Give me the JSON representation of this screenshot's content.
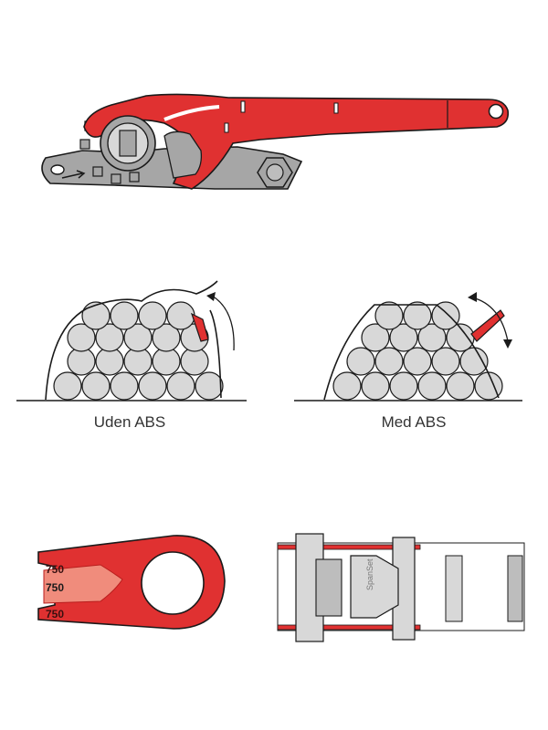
{
  "colors": {
    "red": "#e03131",
    "red_dark": "#b81d1d",
    "red_light": "#f08c7c",
    "gray": "#a6a6a6",
    "gray_light": "#d8d8d8",
    "outline": "#1a1a1a"
  },
  "abs_comparison": {
    "without_label": "Uden ABS",
    "with_label": "Med ABS"
  },
  "tension_indicator": {
    "scale_top": "750",
    "scale_middle": "750",
    "scale_bottom": "750"
  },
  "buckle_top_view": {
    "brand_text": "SpanSet"
  }
}
